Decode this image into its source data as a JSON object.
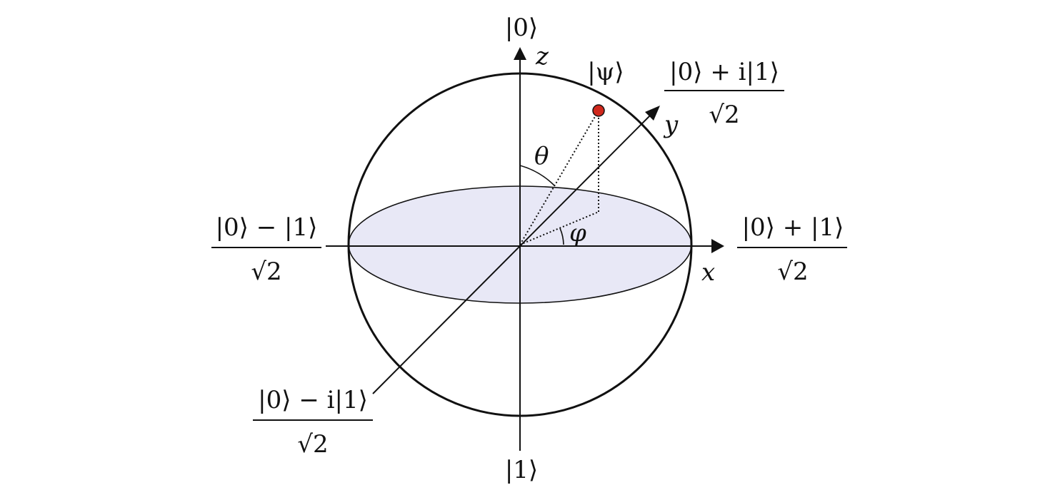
{
  "diagram": {
    "state_zero": "|0⟩",
    "state_one": "|1⟩",
    "state_psi": "|ψ⟩",
    "axis_x": "x",
    "axis_y": "y",
    "axis_z": "z",
    "theta": "θ",
    "phi": "φ",
    "plus": {
      "numerator": "|0⟩ + |1⟩",
      "denominator": "√2"
    },
    "minus": {
      "numerator": "|0⟩ − |1⟩",
      "denominator": "√2"
    },
    "plus_i": {
      "numerator": "|0⟩ + i|1⟩",
      "denominator": "√2"
    },
    "minus_i": {
      "numerator": "|0⟩ − i|1⟩",
      "denominator": "√2"
    },
    "colors": {
      "equator_fill": "#e8e8f6",
      "state_point": "#d0281c",
      "stroke": "#111111"
    }
  }
}
